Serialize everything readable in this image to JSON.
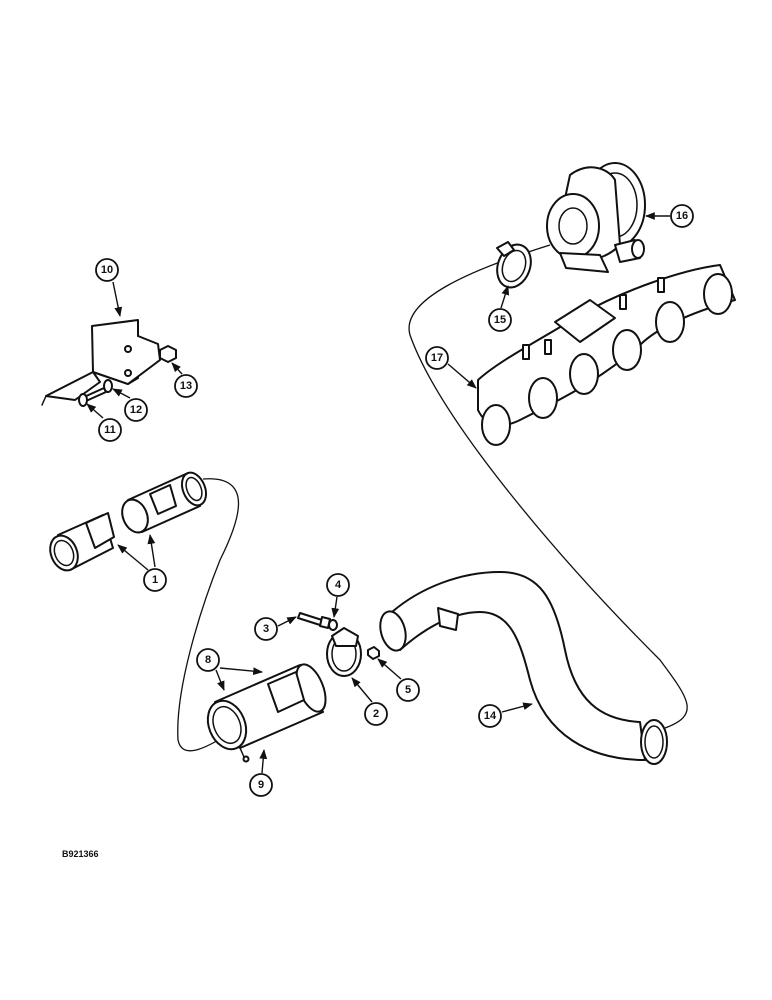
{
  "figure_id": "B921366",
  "callouts": {
    "c1": "1",
    "c2": "2",
    "c3": "3",
    "c4": "4",
    "c5": "5",
    "c8": "8",
    "c9": "9",
    "c10": "10",
    "c11": "11",
    "c12": "12",
    "c13": "13",
    "c14": "14",
    "c15": "15",
    "c16": "16",
    "c17": "17"
  }
}
